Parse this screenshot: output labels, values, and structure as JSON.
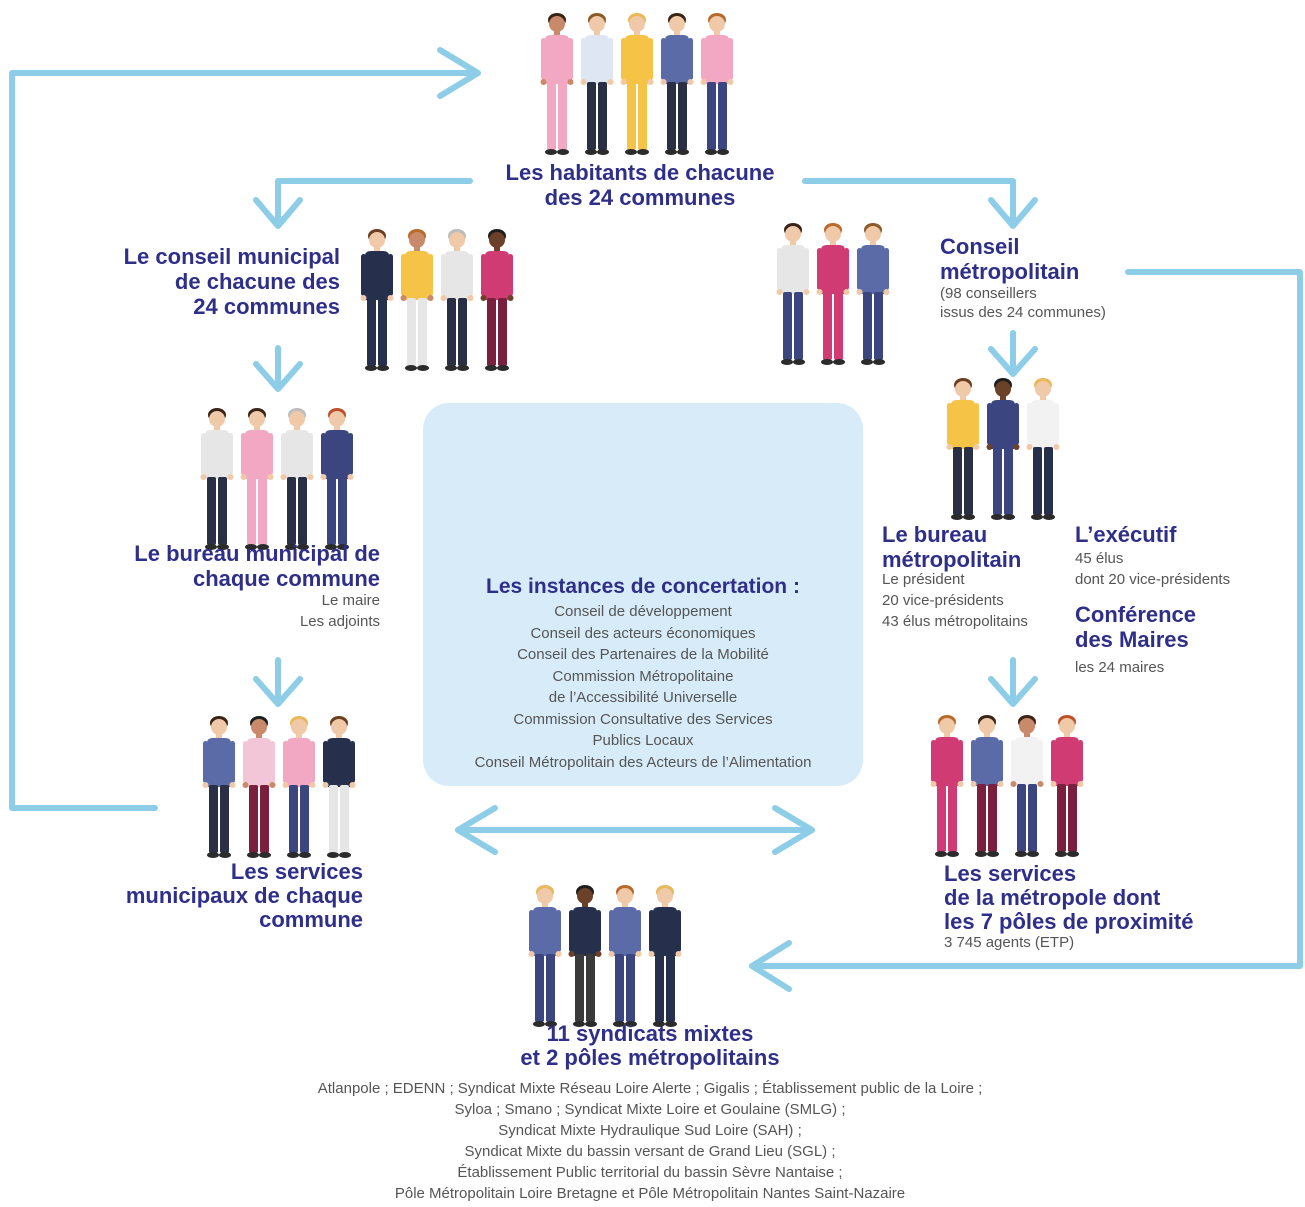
{
  "colors": {
    "arrow": "#8dcde8",
    "title": "#2f2f8a",
    "text": "#555555",
    "box": "#d7ecf8"
  },
  "habitants": {
    "title_line1": "Les habitants de chacune",
    "title_line2": "des 24 communes"
  },
  "conseil_municipal": {
    "title_line1": "Le conseil municipal",
    "title_line2": "de chacune des",
    "title_line3": "24 communes"
  },
  "conseil_metropolitain": {
    "title_line1": "Conseil",
    "title_line2": "métropolitain",
    "sub_line1": "(98 conseillers",
    "sub_line2": "issus des 24 communes)"
  },
  "bureau_municipal": {
    "title_line1": "Le bureau municipal de",
    "title_line2": "chaque commune",
    "sub_line1": "Le maire",
    "sub_line2": "Les adjoints"
  },
  "instances": {
    "title": "Les instances de concertation :",
    "items": [
      "Conseil de développement",
      "Conseil des acteurs économiques",
      "Conseil des Partenaires de la Mobilité",
      "Commission Métropolitaine",
      "de l’Accessibilité Universelle",
      "Commission Consultative des Services",
      "Publics Locaux",
      "Conseil Métropolitain des Acteurs de l’Alimentation"
    ]
  },
  "bureau_metropolitain": {
    "title_line1": "Le bureau",
    "title_line2": "métropolitain",
    "sub_line1": "Le président",
    "sub_line2": "20 vice-présidents",
    "sub_line3": "43 élus métropolitains"
  },
  "executif": {
    "title": "L’exécutif",
    "sub_line1": "45 élus",
    "sub_line2": "dont 20 vice-présidents"
  },
  "conference": {
    "title_line1": "Conférence",
    "title_line2": "des Maires",
    "sub": "les 24 maires"
  },
  "services_municipaux": {
    "title_line1": "Les services",
    "title_line2": "municipaux de chaque",
    "title_line3": "commune"
  },
  "services_metropole": {
    "title_line1": "Les services",
    "title_line2": "de la métropole dont",
    "title_line3": "les 7 pôles de proximité",
    "sub": "3 745 agents (ETP)"
  },
  "syndicats": {
    "title_line1": "11 syndicats mixtes",
    "title_line2": "et 2 pôles métropolitains",
    "lines": [
      "Atlanpole ; EDENN ; Syndicat Mixte Réseau Loire Alerte ; Gigalis ; Établissement public de la Loire ;",
      "Syloa ; Smano ; Syndicat Mixte Loire et Goulaine (SMLG) ;",
      "Syndicat Mixte Hydraulique Sud Loire (SAH) ;",
      "Syndicat Mixte du bassin versant de Grand Lieu (SGL) ;",
      "Établissement Public territorial du bassin Sèvre Nantaise ;",
      "Pôle Métropolitain Loire Bretagne et Pôle Métropolitain Nantes Saint-Nazaire"
    ]
  },
  "people": {
    "habitants": [
      {
        "shirt": "#f2a7c3",
        "pants": "#f2a7c3",
        "skin": "#c98a6b",
        "hair": "#3a2418"
      },
      {
        "shirt": "#dde6f2",
        "pants": "#2b2f45",
        "skin": "#f0c9a8",
        "hair": "#8a5a2b"
      },
      {
        "shirt": "#f5c447",
        "pants": "#f5c447",
        "skin": "#f0c9a8",
        "hair": "#e8b85a"
      },
      {
        "shirt": "#5a6ba8",
        "pants": "#2b2f45",
        "skin": "#f0c9a8",
        "hair": "#3a2418"
      },
      {
        "shirt": "#f2a7c3",
        "pants": "#3b4680",
        "skin": "#f0c9a8",
        "hair": "#b86a2b"
      }
    ],
    "municipal": [
      {
        "shirt": "#26304d",
        "pants": "#26304d",
        "skin": "#f0c9a8",
        "hair": "#6b3f1f"
      },
      {
        "shirt": "#f5c447",
        "pants": "#e6e6e6",
        "skin": "#c98a6b",
        "hair": "#b86a2b"
      },
      {
        "shirt": "#e6e6e6",
        "pants": "#2b2f45",
        "skin": "#f0c9a8",
        "hair": "#bdbdbd"
      },
      {
        "shirt": "#d03b74",
        "pants": "#7a1f3d",
        "skin": "#6b4129",
        "hair": "#1e1e1e"
      }
    ],
    "metropolitain": [
      {
        "shirt": "#e6e6e6",
        "pants": "#3b4680",
        "skin": "#f0c9a8",
        "hair": "#3a2418"
      },
      {
        "shirt": "#d03b74",
        "pants": "#d03b74",
        "skin": "#f0c9a8",
        "hair": "#b86a2b"
      },
      {
        "shirt": "#5a6ba8",
        "pants": "#3b4680",
        "skin": "#f0c9a8",
        "hair": "#8a5a2b"
      }
    ],
    "bureau_municipal": [
      {
        "shirt": "#e6e6e6",
        "pants": "#2b2f45",
        "skin": "#f0c9a8",
        "hair": "#3a2418"
      },
      {
        "shirt": "#f2a7c3",
        "pants": "#f2a7c3",
        "skin": "#f0c9a8",
        "hair": "#3a2418"
      },
      {
        "shirt": "#e6e6e6",
        "pants": "#2b2f45",
        "skin": "#f0c9a8",
        "hair": "#bdbdbd"
      },
      {
        "shirt": "#3b4680",
        "pants": "#3b4680",
        "skin": "#f0c9a8",
        "hair": "#c0502a"
      }
    ],
    "instances": [
      {
        "shirt": "#d03b74",
        "pants": "#7a1f3d",
        "skin": "#6b4129",
        "hair": "#1e1e1e"
      },
      {
        "shirt": "#26304d",
        "pants": "#e6e6e6",
        "skin": "#f0c9a8",
        "hair": "#6b3f1f"
      },
      {
        "shirt": "#d03b74",
        "pants": "#7a1f3d",
        "skin": "#f0c9a8",
        "hair": "#c0502a"
      },
      {
        "shirt": "#f2c6d6",
        "pants": "#7a1f3d",
        "skin": "#c98a6b",
        "hair": "#1e1e1e"
      }
    ],
    "bureau_metropolitain": [
      {
        "shirt": "#f5c447",
        "pants": "#2b2f45",
        "skin": "#f0c9a8",
        "hair": "#6b3f1f"
      },
      {
        "shirt": "#3b4680",
        "pants": "#3b4680",
        "skin": "#6b4129",
        "hair": "#1e1e1e"
      },
      {
        "shirt": "#f2f2f2",
        "pants": "#26304d",
        "skin": "#f0c9a8",
        "hair": "#e8b85a"
      }
    ],
    "services_municipaux": [
      {
        "shirt": "#5a6ba8",
        "pants": "#2b2f45",
        "skin": "#f0c9a8",
        "hair": "#3a2418"
      },
      {
        "shirt": "#f2c6d6",
        "pants": "#7a1f3d",
        "skin": "#c98a6b",
        "hair": "#1e1e1e"
      },
      {
        "shirt": "#f2a7c3",
        "pants": "#3b4680",
        "skin": "#f0c9a8",
        "hair": "#e8b85a"
      },
      {
        "shirt": "#26304d",
        "pants": "#e6e6e6",
        "skin": "#f0c9a8",
        "hair": "#6b3f1f"
      }
    ],
    "services_metropole": [
      {
        "shirt": "#d03b74",
        "pants": "#d03b74",
        "skin": "#f0c9a8",
        "hair": "#b86a2b"
      },
      {
        "shirt": "#5a6ba8",
        "pants": "#7a1f3d",
        "skin": "#f0c9a8",
        "hair": "#3a2418"
      },
      {
        "shirt": "#f2f2f2",
        "pants": "#3b4680",
        "skin": "#c98a6b",
        "hair": "#3a2418"
      },
      {
        "shirt": "#d03b74",
        "pants": "#7a1f3d",
        "skin": "#f0c9a8",
        "hair": "#c0502a"
      }
    ],
    "syndicats": [
      {
        "shirt": "#5a6ba8",
        "pants": "#3b4680",
        "skin": "#f0c9a8",
        "hair": "#e8b85a"
      },
      {
        "shirt": "#26304d",
        "pants": "#3a3a3a",
        "skin": "#6b4129",
        "hair": "#1e1e1e"
      },
      {
        "shirt": "#5a6ba8",
        "pants": "#3b4680",
        "skin": "#f0c9a8",
        "hair": "#b86a2b"
      },
      {
        "shirt": "#26304d",
        "pants": "#26304d",
        "skin": "#f0c9a8",
        "hair": "#e8b85a"
      }
    ]
  }
}
